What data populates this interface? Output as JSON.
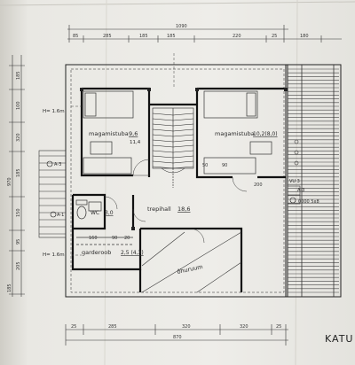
{
  "rooms": {
    "bedroom_left": "magamistuba",
    "bedroom_left_area": "9,6",
    "bedroom_left_area_sub": "11,4",
    "bedroom_right": "magamistuba",
    "bedroom_right_area": "10,2(8,0)",
    "stair_hall": "trepihall",
    "stair_hall_area": "18,6",
    "wc": "WC",
    "wc_area": "3,0",
    "wardrobe": "garderoob",
    "wardrobe_area": "2,5 (4,3)",
    "attic": "õhuruum"
  },
  "annotations": {
    "height_top": "H= 1.6m",
    "height_bottom": "H= 1.6m",
    "section_a3_top": "A-3",
    "section_a3_right": "A-3",
    "section_a1": "A-1",
    "section_a3_lower": "A-3",
    "vent_mark": "VU 3",
    "sockets_mark": "0000 5x8"
  },
  "dimensions": {
    "top_total": "1090",
    "top_segments": [
      "85",
      "285",
      "185",
      "185",
      "220",
      "25",
      "180"
    ],
    "bottom_total": "870",
    "bottom_segments": [
      "25",
      "285",
      "320",
      "320",
      "25"
    ],
    "left_total": "970",
    "left_segments": [
      "185",
      "100",
      "320",
      "185",
      "150",
      "95",
      "205",
      "185"
    ],
    "inner_50": "50",
    "inner_90": "90",
    "inner_160": "160",
    "inner_90b": "90",
    "inner_20": "20",
    "inner_200": "200"
  },
  "title_block": {
    "title": "KATU"
  }
}
